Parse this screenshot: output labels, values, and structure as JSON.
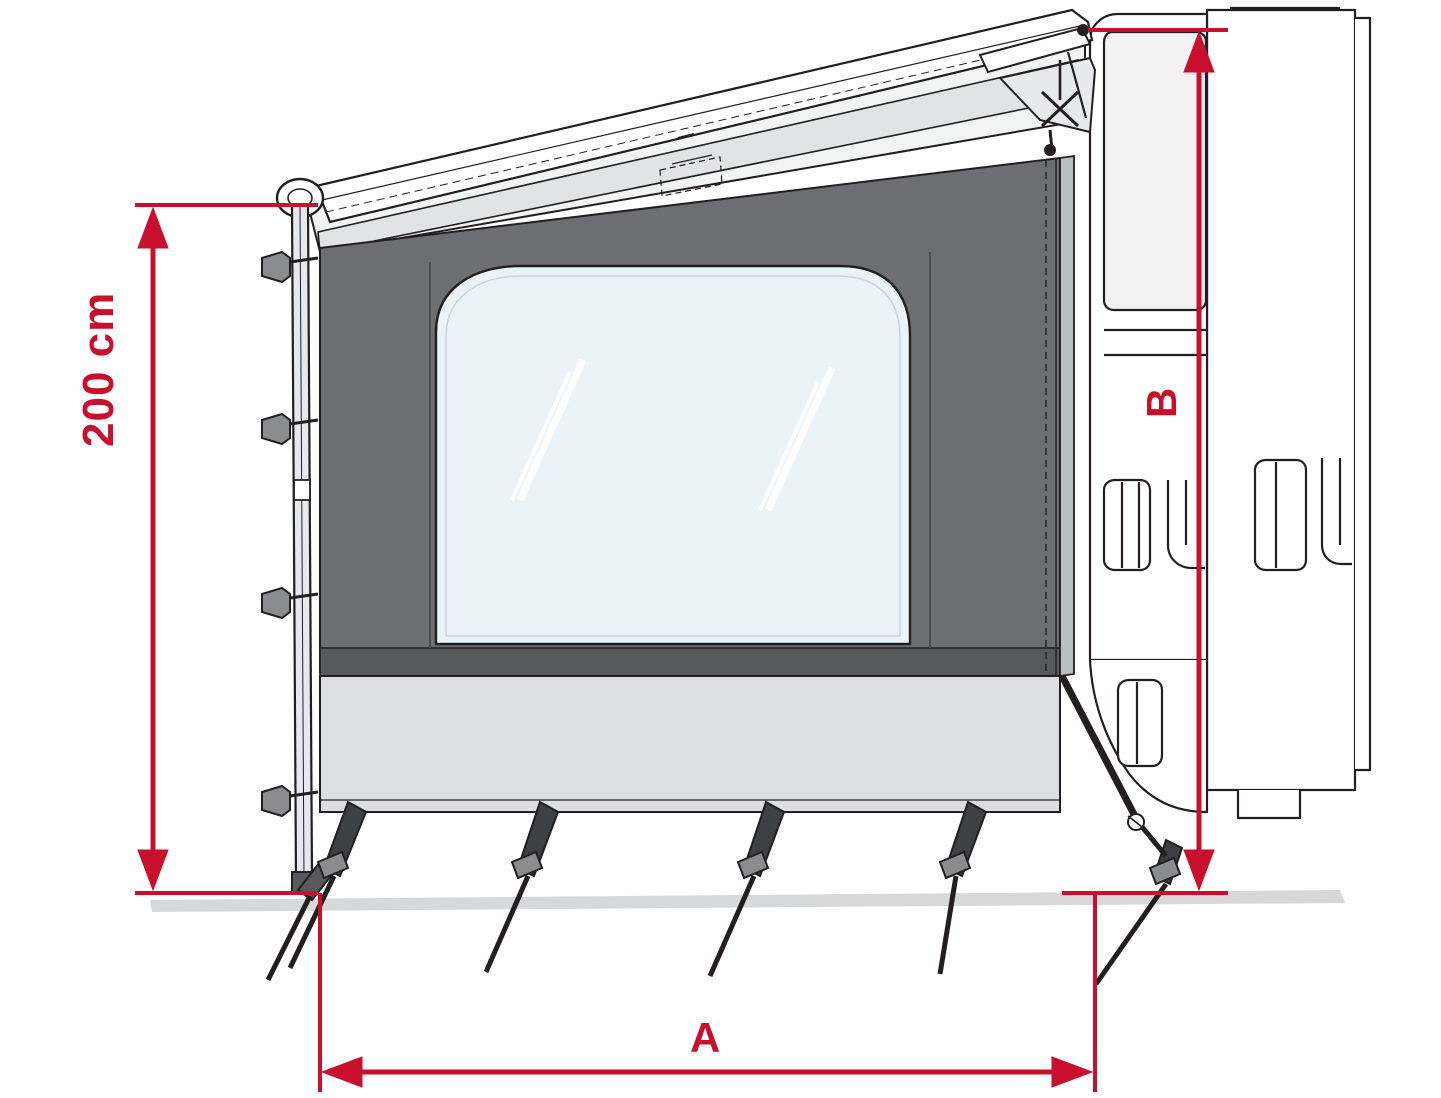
{
  "diagram": {
    "title": "Awning side panel dimension diagram",
    "labels": {
      "height": "200 cm",
      "width_dim": "A",
      "vehicle_height_dim": "B"
    },
    "colors": {
      "dimension_red": "#c8102e",
      "fabric_dark_grey": "#6d6e71",
      "fabric_light_grey": "#d9dadb",
      "window_blue": "#eaf3f7",
      "outline": "#231f20",
      "ground": "#d7d8d9"
    },
    "elements": [
      "awning-roller-case",
      "awning-fabric",
      "side-panel-fabric",
      "side-panel-window",
      "side-panel-lower-skirt",
      "vertical-support-pole",
      "pole-clips",
      "guy-lines",
      "ground-pegs",
      "vehicle-outline",
      "ground-line"
    ]
  }
}
